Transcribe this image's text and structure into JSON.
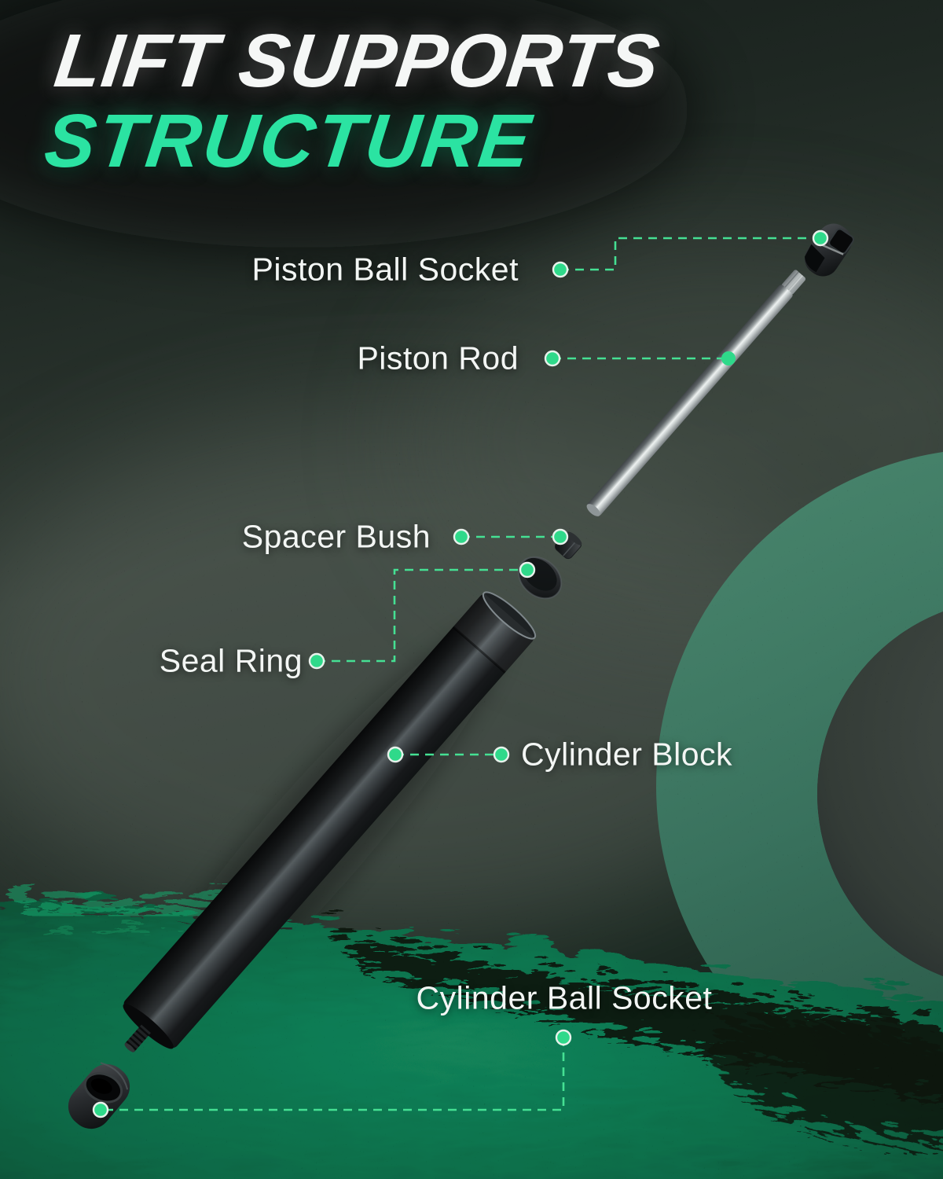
{
  "title": {
    "line1": "LIFT SUPPORTS",
    "line2": "STRUCTURE"
  },
  "labels": {
    "piston_ball_socket": "Piston Ball Socket",
    "piston_rod": "Piston Rod",
    "spacer_bush": "Spacer Bush",
    "seal_ring": "Seal Ring",
    "cylinder_block": "Cylinder Block",
    "cylinder_ball_socket": "Cylinder Ball Socket"
  },
  "colors": {
    "title_line1": "#f5f7f6",
    "title_line2": "#2be3a2",
    "label_text": "#f3f6f4",
    "connector_line": "#45e093",
    "dot_fill": "#2fd98a",
    "dot_ring": "#e8f2ec",
    "background_green": "#0e6a47",
    "ring_teal": "#3a7560"
  }
}
